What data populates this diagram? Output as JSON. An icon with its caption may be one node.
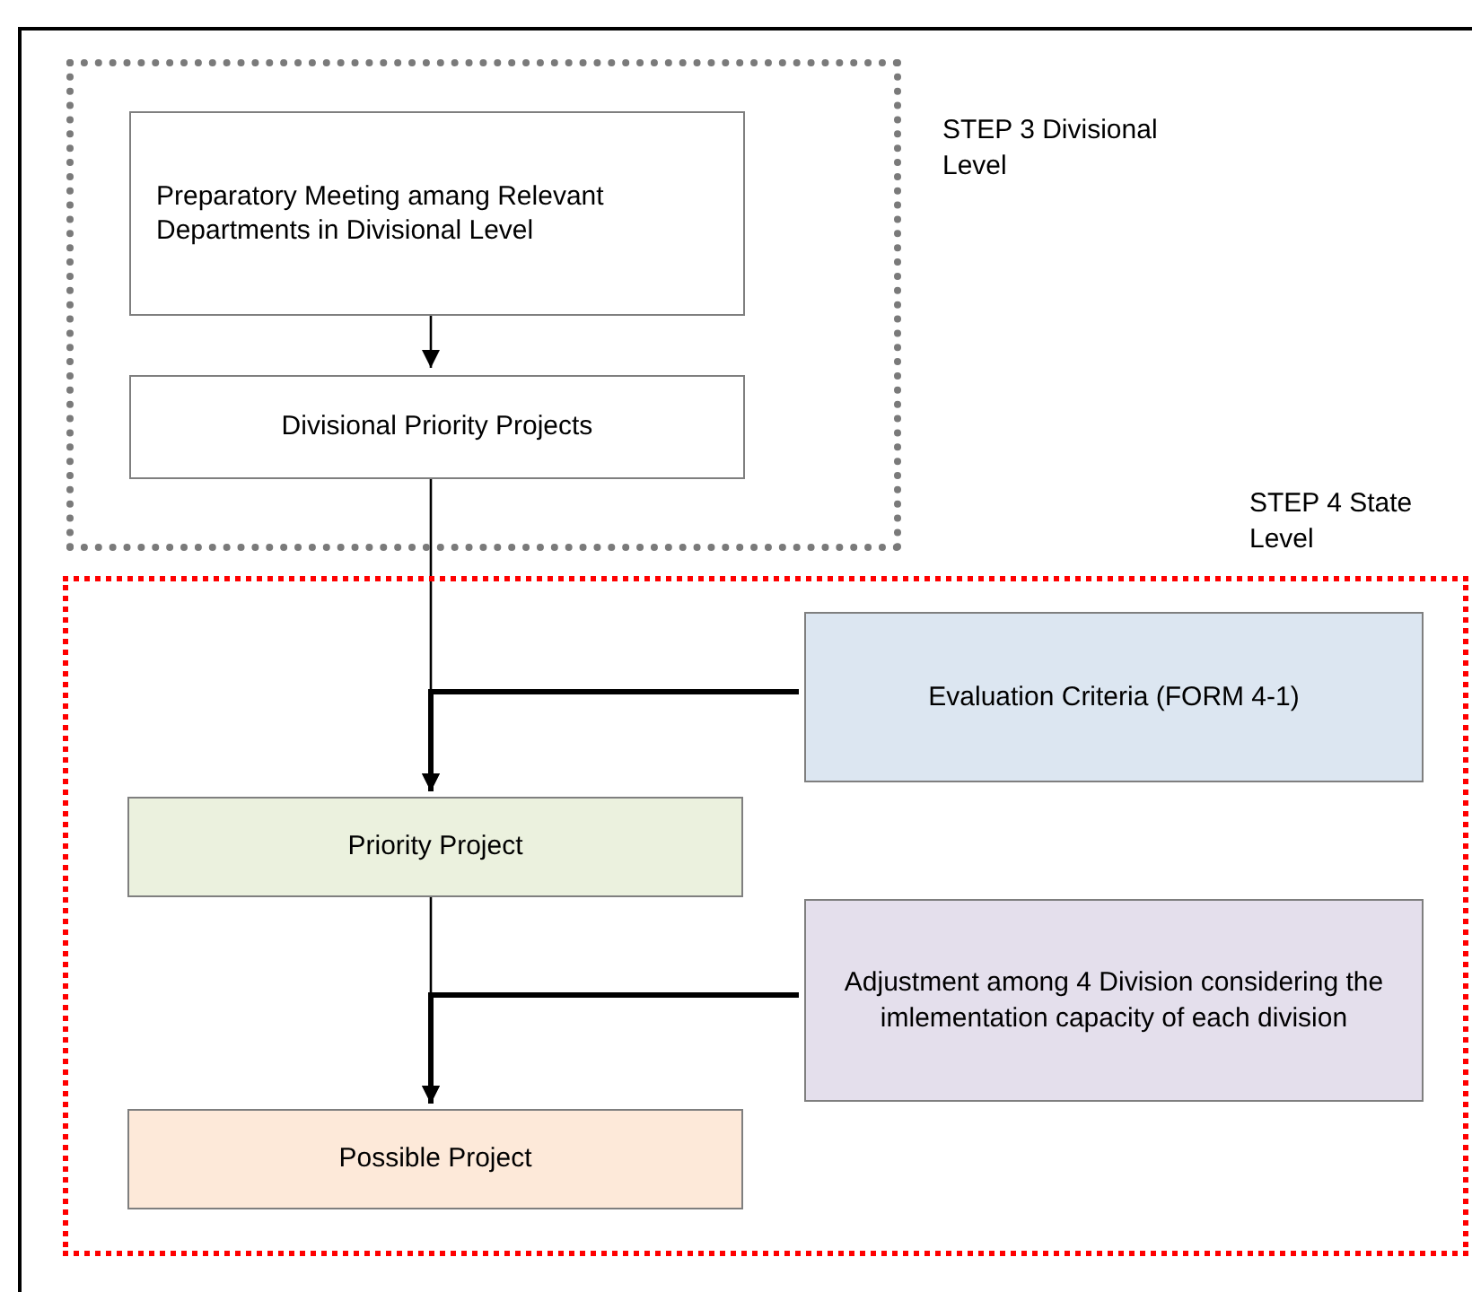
{
  "diagram": {
    "nodes": [
      {
        "text": [
          "STEP 3 Divisional Level"
        ]
      },
      {
        "text": [
          "Preparatory Meeting amang Relevant Departments in Divisional Level"
        ],
        "in": 0
      },
      {
        "text": [
          "Divisional Priority Projects"
        ],
        "in": 0
      },
      {
        "text": [
          "STEP 4 State Level"
        ]
      },
      {
        "text": [
          "Evaluation Criteria (FORM 4-1)"
        ],
        "in": 3
      },
      {
        "text": [
          "Priority Project"
        ],
        "in": 3
      },
      {
        "text": [
          "Adjustment among 4 Division considering the imlementation capacity of each division"
        ],
        "in": 3
      },
      {
        "text": [
          "Possible Project"
        ],
        "in": 3
      }
    ],
    "edges": [
      {
        "from": 1,
        "to": 2,
        "arrow": "to"
      },
      {
        "from": 2,
        "to": 5,
        "arrow": "to"
      },
      {
        "from": 4,
        "to": 5,
        "arrow": "to",
        "style": "thick"
      },
      {
        "from": 5,
        "to": 7,
        "arrow": "to"
      },
      {
        "from": 6,
        "to": 7,
        "arrow": "to",
        "style": "thick"
      }
    ]
  }
}
